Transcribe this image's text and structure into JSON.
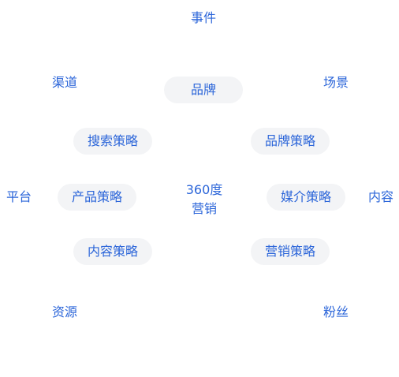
{
  "colors": {
    "text": "#2b65d9",
    "pill_bg": "#f3f4f6",
    "background": "#ffffff"
  },
  "center": {
    "line1": "360度",
    "line2": "营销"
  },
  "outer_nodes": {
    "top": "事件",
    "top_left": "渠道",
    "top_right": "场景",
    "left": "平台",
    "right": "内容",
    "bottom_left": "资源",
    "bottom_right": "粉丝"
  },
  "pills": {
    "top": "品牌",
    "upper_left": "搜索策略",
    "upper_right": "品牌策略",
    "mid_left": "产品策略",
    "mid_right": "媒介策略",
    "lower_left": "内容策略",
    "lower_right": "营销策略"
  }
}
